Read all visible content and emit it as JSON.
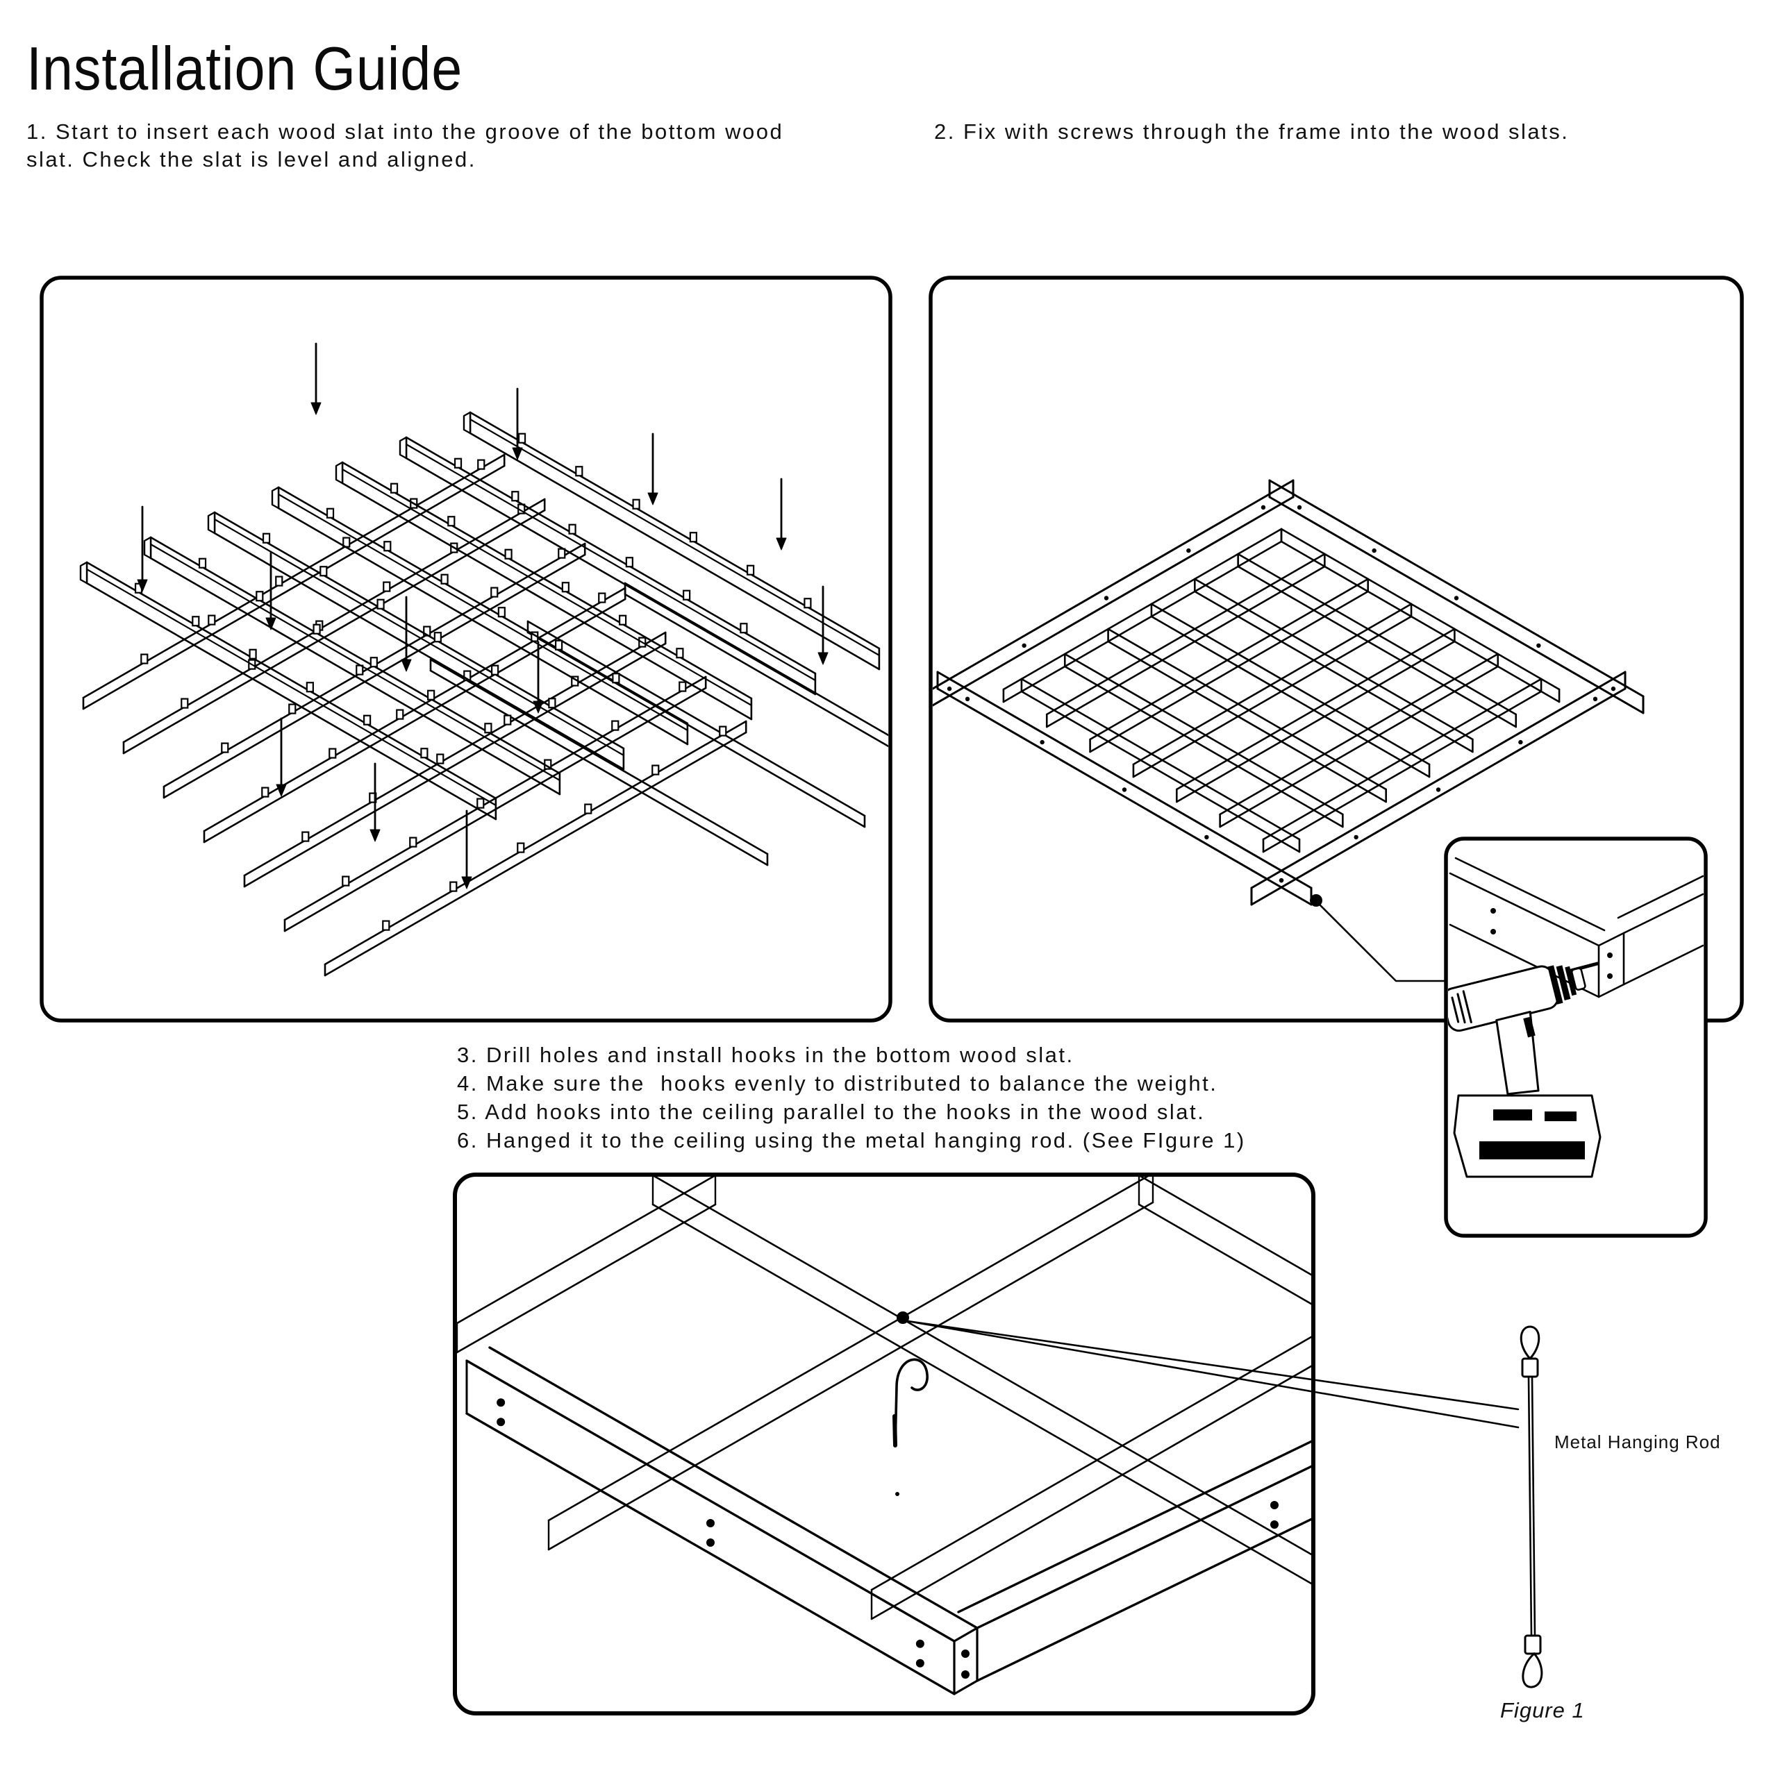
{
  "title": "Installation Guide",
  "steps": {
    "step1": "1. Start to insert each wood slat into the groove of the bottom wood\nslat. Check the slat is level and aligned.",
    "step2": "2. Fix with screws through the frame into the wood slats.",
    "step3": "3. Drill holes and install hooks in the bottom wood slat.",
    "step4": "4. Make sure the  hooks evenly to distributed to balance the weight.",
    "step5": "5. Add hooks into the ceiling parallel to the hooks in the wood slat.",
    "step6": "6. Hanged it to the ceiling using the metal hanging rod. (See FIgure 1)"
  },
  "figure": {
    "rod_label": "Metal Hanging Rod",
    "caption": "Figure 1"
  },
  "colors": {
    "ink": "#000000",
    "paper": "#ffffff"
  }
}
